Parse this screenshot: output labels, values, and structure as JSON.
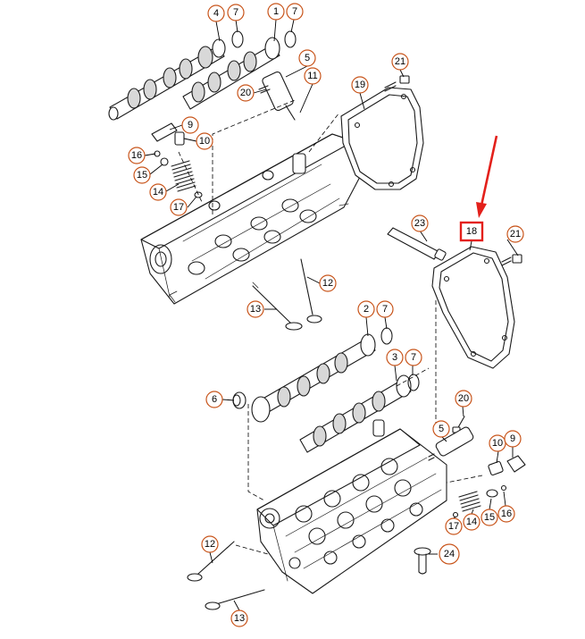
{
  "diagram": {
    "highlighted_part": "18",
    "colors": {
      "callout_ring": "#c8541a",
      "highlight": "#e3201b",
      "line": "#1a1a1a"
    },
    "callouts": [
      {
        "id": "c4-top",
        "label": "4"
      },
      {
        "id": "c7-top-a",
        "label": "7"
      },
      {
        "id": "c1-top",
        "label": "1"
      },
      {
        "id": "c7-top-b",
        "label": "7"
      },
      {
        "id": "c5-top",
        "label": "5"
      },
      {
        "id": "c20-top",
        "label": "20"
      },
      {
        "id": "c11-top",
        "label": "11"
      },
      {
        "id": "c21-top",
        "label": "21"
      },
      {
        "id": "c19",
        "label": "19"
      },
      {
        "id": "c9-top",
        "label": "9"
      },
      {
        "id": "c10-top",
        "label": "10"
      },
      {
        "id": "c16-top",
        "label": "16"
      },
      {
        "id": "c15-top",
        "label": "15"
      },
      {
        "id": "c14-top",
        "label": "14"
      },
      {
        "id": "c17-top",
        "label": "17"
      },
      {
        "id": "c23",
        "label": "23"
      },
      {
        "id": "c21-mid",
        "label": "21"
      },
      {
        "id": "c12-mid",
        "label": "12"
      },
      {
        "id": "c13-mid",
        "label": "13"
      },
      {
        "id": "c2",
        "label": "2"
      },
      {
        "id": "c7-mid-a",
        "label": "7"
      },
      {
        "id": "c3",
        "label": "3"
      },
      {
        "id": "c7-mid-b",
        "label": "7"
      },
      {
        "id": "c6",
        "label": "6"
      },
      {
        "id": "c20-bot",
        "label": "20"
      },
      {
        "id": "c5-bot",
        "label": "5"
      },
      {
        "id": "c10-bot",
        "label": "10"
      },
      {
        "id": "c9-bot",
        "label": "9"
      },
      {
        "id": "c17-bot",
        "label": "17"
      },
      {
        "id": "c14-bot",
        "label": "14"
      },
      {
        "id": "c15-bot",
        "label": "15"
      },
      {
        "id": "c16-bot",
        "label": "16"
      },
      {
        "id": "c12-bot",
        "label": "12"
      },
      {
        "id": "c24",
        "label": "24"
      },
      {
        "id": "c13-bot",
        "label": "13"
      }
    ]
  }
}
